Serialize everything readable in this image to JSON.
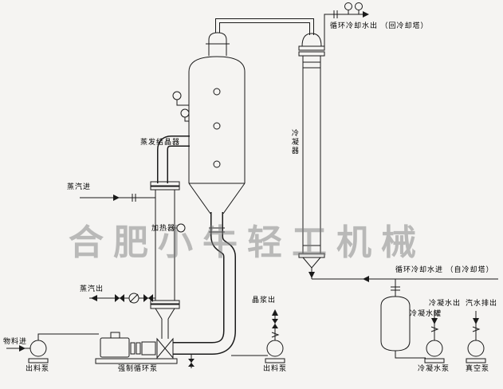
{
  "watermark": "合肥小牛轻工机械",
  "colors": {
    "background": "#f5f4f2",
    "line": "#1a1a1a",
    "watermark_gray": "#7d7d7d"
  },
  "labels": {
    "steam_in": "蒸汽进",
    "steam_out": "蒸汽出",
    "evaporator": "蒸发结晶器",
    "heater": "加热器",
    "condenser": "冷凝器",
    "material_in": "物料进",
    "discharge_pump_left": "出料泵",
    "forced_circulation_pump": "强制循环泵",
    "slurry_out": "晶浆出",
    "discharge_pump_mid": "出料泵",
    "cooling_water_out": "循环冷却水出 （回冷却塔）",
    "cooling_water_in": "循环冷却水进 （自冷却塔）",
    "condensate_tank": "冷凝水罐",
    "condensate_out": "冷凝水出",
    "steam_water_discharge": "汽水排出",
    "condensate_pump": "冷凝水泵",
    "vacuum_pump": "真空泵"
  }
}
